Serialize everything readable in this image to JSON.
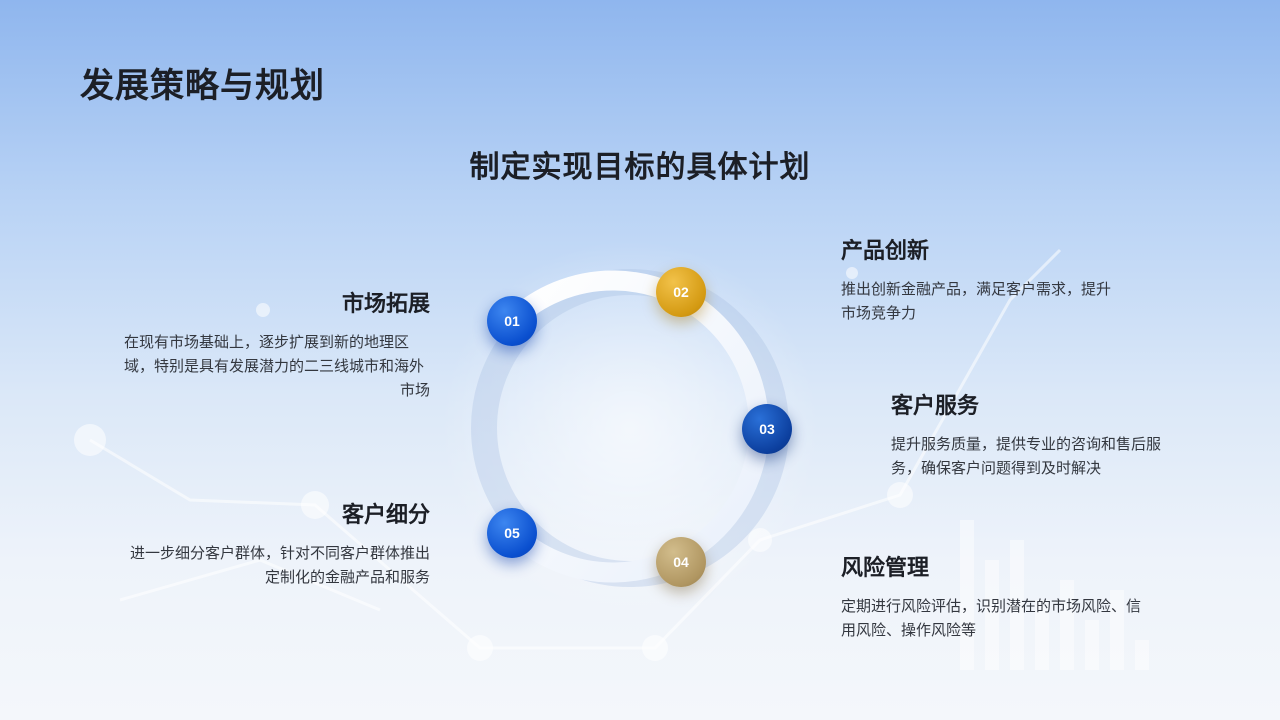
{
  "page": {
    "title": "发展策略与规划",
    "subtitle": "制定实现目标的具体计划"
  },
  "items": [
    {
      "num": "01",
      "heading": "市场拓展",
      "text": "在现有市场基础上，逐步扩展到新的地理区域，特别是具有发展潜力的二三线城市和海外市场",
      "badge_color": "#0a4fcf"
    },
    {
      "num": "02",
      "heading": "产品创新",
      "text": "推出创新金融产品，满足客户需求，提升市场竞争力",
      "badge_color": "#d49a12"
    },
    {
      "num": "03",
      "heading": "客户服务",
      "text": "提升服务质量，提供专业的咨询和售后服务，确保客户问题得到及时解决",
      "badge_color": "#0c3f9e"
    },
    {
      "num": "04",
      "heading": "风险管理",
      "text": "定期进行风险评估，识别潜在的市场风险、信用风险、操作风险等",
      "badge_color": "#b09661"
    },
    {
      "num": "05",
      "heading": "客户细分",
      "text": "进一步细分客户群体，针对不同客户群体推出定制化的金融产品和服务",
      "badge_color": "#0a4fcf"
    }
  ]
}
